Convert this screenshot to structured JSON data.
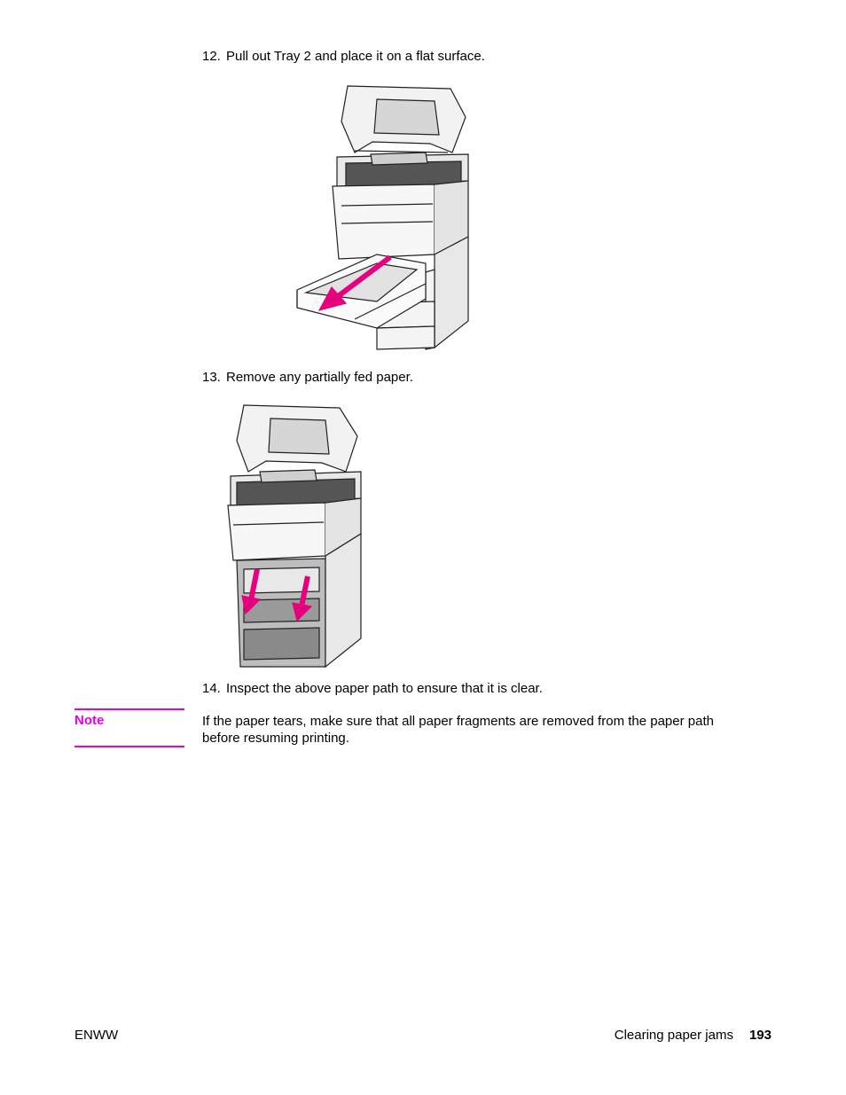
{
  "steps": [
    {
      "number": "12.",
      "text": "Pull out Tray 2 and place it on a flat surface."
    },
    {
      "number": "13.",
      "text": "Remove any partially fed paper."
    },
    {
      "number": "14.",
      "text": "Inspect the above paper path to ensure that it is clear."
    }
  ],
  "note": {
    "label": "Note",
    "text": "If the paper tears, make sure that all paper fragments are removed from the paper path before resuming printing."
  },
  "footer": {
    "left": "ENWW",
    "section": "Clearing paper jams",
    "page_number": "193"
  },
  "colors": {
    "accent": "#e600e6",
    "arrow": "#e6007e"
  },
  "figures": [
    {
      "icon": "printer-tray-pull-out-illustration"
    },
    {
      "icon": "printer-paper-path-illustration"
    }
  ]
}
